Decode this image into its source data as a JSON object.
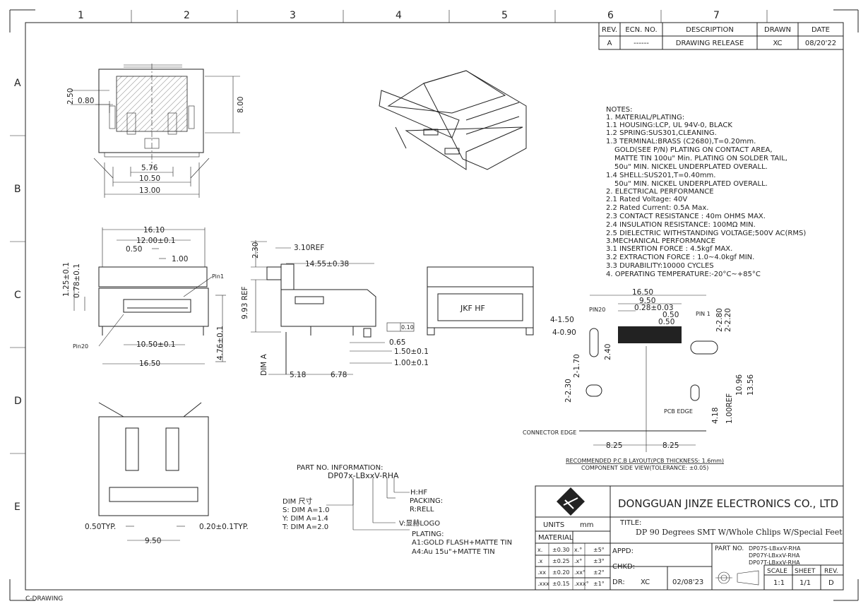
{
  "frame": {
    "columns": [
      "1",
      "2",
      "3",
      "4",
      "5",
      "6",
      "7"
    ],
    "rows": [
      "A",
      "B",
      "C",
      "D",
      "E"
    ],
    "footer_label": "C-DRAWING"
  },
  "revision_table": {
    "headers": [
      "REV.",
      "ECN. NO.",
      "DESCRIPTION",
      "DRAWN",
      "DATE"
    ],
    "row": [
      "A",
      "------",
      "DRAWING RELEASE",
      "XC",
      "08/20'22"
    ]
  },
  "notes": [
    "NOTES:",
    "1. MATERIAL/PLATING:",
    "1.1 HOUSING:LCP, UL 94V-0, BLACK",
    "1.2 SPRING:SUS301,CLEANING.",
    "1.3 TERMINAL:BRASS (C2680),T=0.20mm.",
    "   GOLD(SEE P/N) PLATING ON CONTACT AREA,",
    "   MATTE TIN 100u\" Min. PLATING ON SOLDER TAIL,",
    "   50u\" MIN. NICKEL UNDERPLATED OVERALL.",
    "1.4 SHELL:SUS201,T=0.40mm.",
    "   50u\" MIN. NICKEL UNDERPLATED OVERALL.",
    "2. ELECTRICAL PERFORMANCE",
    "2.1 Rated Voltage: 40V",
    "2.2 Rated Current: 0.5A Max.",
    "2.3 CONTACT RESISTANCE : 40m OHMS MAX.",
    "2.4 INSULATION RESISTANCE: 100MΩ MIN.",
    "2.5 DIELECTRIC WITHSTANDING VOLTAGE;500V AC(RMS)",
    "3.MECHANICAL PERFORMANCE",
    "3.1 INSERTION FORCE : 4.5kgf MAX.",
    "3.2 EXTRACTION FORCE : 1.0~4.0kgf MIN.",
    "3.3 DURABILITY:10000 CYCLES",
    "4. OPERATING TEMPERATURE:-20°C~+85°C"
  ],
  "top_view": {
    "d1": "2.50",
    "d2": "0.80",
    "d3": "8.00",
    "d4": "5.76",
    "d5": "10.50",
    "d6": "13.00"
  },
  "front_view": {
    "d1": "16.10",
    "d2": "12.00±0.1",
    "d3": "0.50",
    "d4": "1.00",
    "d5": "1.25±0.1",
    "d6": "0.78±0.1",
    "d7": "10.50±0.1",
    "d8": "16.50",
    "d9": "4.76±0.1",
    "pin1": "Pin1",
    "pin20": "Pin20"
  },
  "side_view": {
    "d1": "2.30",
    "d2": "3.10REF",
    "d3": "14.55±0.38",
    "d4": "9.93 REF",
    "d5": "0.65",
    "d6": "1.50±0.1",
    "d7": "1.00±0.1",
    "d8": "5.18",
    "d9": "6.78",
    "dim_a": "DIM A",
    "flat": "0.10"
  },
  "rear_view": {
    "logo": "JKF HF"
  },
  "bottom_view": {
    "d1": "0.50TYP.",
    "d2": "0.20±0.1TYP.",
    "d3": "9.50"
  },
  "pcb_layout": {
    "d1": "16.50",
    "d2": "9.50",
    "d3": "0.28±0.03",
    "d4": "0.50",
    "d5": "0.50",
    "d6": "4-1.50",
    "d7": "4-0.90",
    "d8": "2-2.80",
    "d9": "2-2.20",
    "d10": "2.40",
    "d11": "2-2.30",
    "d12": "2-1.70",
    "d13": "10.96",
    "d14": "13.56",
    "d15": "4.18",
    "d16": "1.00REF",
    "d17": "8.25",
    "d18": "8.25",
    "pin20": "PIN20",
    "pin1": "PIN 1",
    "pcb_edge": "PCB EDGE",
    "connector_edge": "CONNECTOR EDGE",
    "caption1": "RECOMMENDED P.C.B LAYOUT(PCB THICKNESS: 1.6mm)",
    "caption2": "COMPONENT SIDE VIEW(TOLERANCE: ±0.05)"
  },
  "part_info": {
    "heading": "PART NO. INFORMATION:",
    "part_no": "DP07x-LBxxV-RHA",
    "h": "H:HF",
    "packing": "PACKING:",
    "rell": "R:RELL",
    "logo": "V:显赫LOGO",
    "plating": "PLATING:",
    "a1": "A1:GOLD FLASH+MATTE TIN",
    "a4": "A4:Au 15u\"+MATTE TIN",
    "dim_title": "DIM 尺寸",
    "dims": [
      "S: DIM A=1.0",
      "Y: DIM A=1.4",
      "T: DIM A=2.0"
    ]
  },
  "title_block": {
    "company": "DONGGUAN JINZE ELECTRONICS CO., LTD",
    "units_label": "UNITS",
    "units": "mm",
    "material": "MATERIAL",
    "tol": [
      [
        "x.",
        "±0.30",
        "x.°",
        "±5°"
      ],
      [
        ".x",
        "±0.25",
        ".x°",
        "±3°"
      ],
      [
        ".xx",
        "±0.20",
        ".xx°",
        "±2°"
      ],
      [
        ".xxx",
        "±0.15",
        ".xxx°",
        "±1°"
      ]
    ],
    "title_label": "TITLE:",
    "title": "DP 90 Degrees SMT W/Whole Chlips W/Special Feet",
    "appd": "APPD:",
    "chkd": "CHKD:",
    "dr": "DR:",
    "dr_name": "XC",
    "dr_date": "02/08'23",
    "part_label": "PART NO.",
    "parts": [
      "DP07S-LBxxV-RHA",
      "DP07Y-LBxxV-RHA",
      "DP07T-LBxxV-RHA"
    ],
    "scale_label": "SCALE",
    "sheet_label": "SHEET",
    "rev_label": "REV.",
    "scale": "1:1",
    "sheet": "1/1",
    "rev": "D"
  }
}
